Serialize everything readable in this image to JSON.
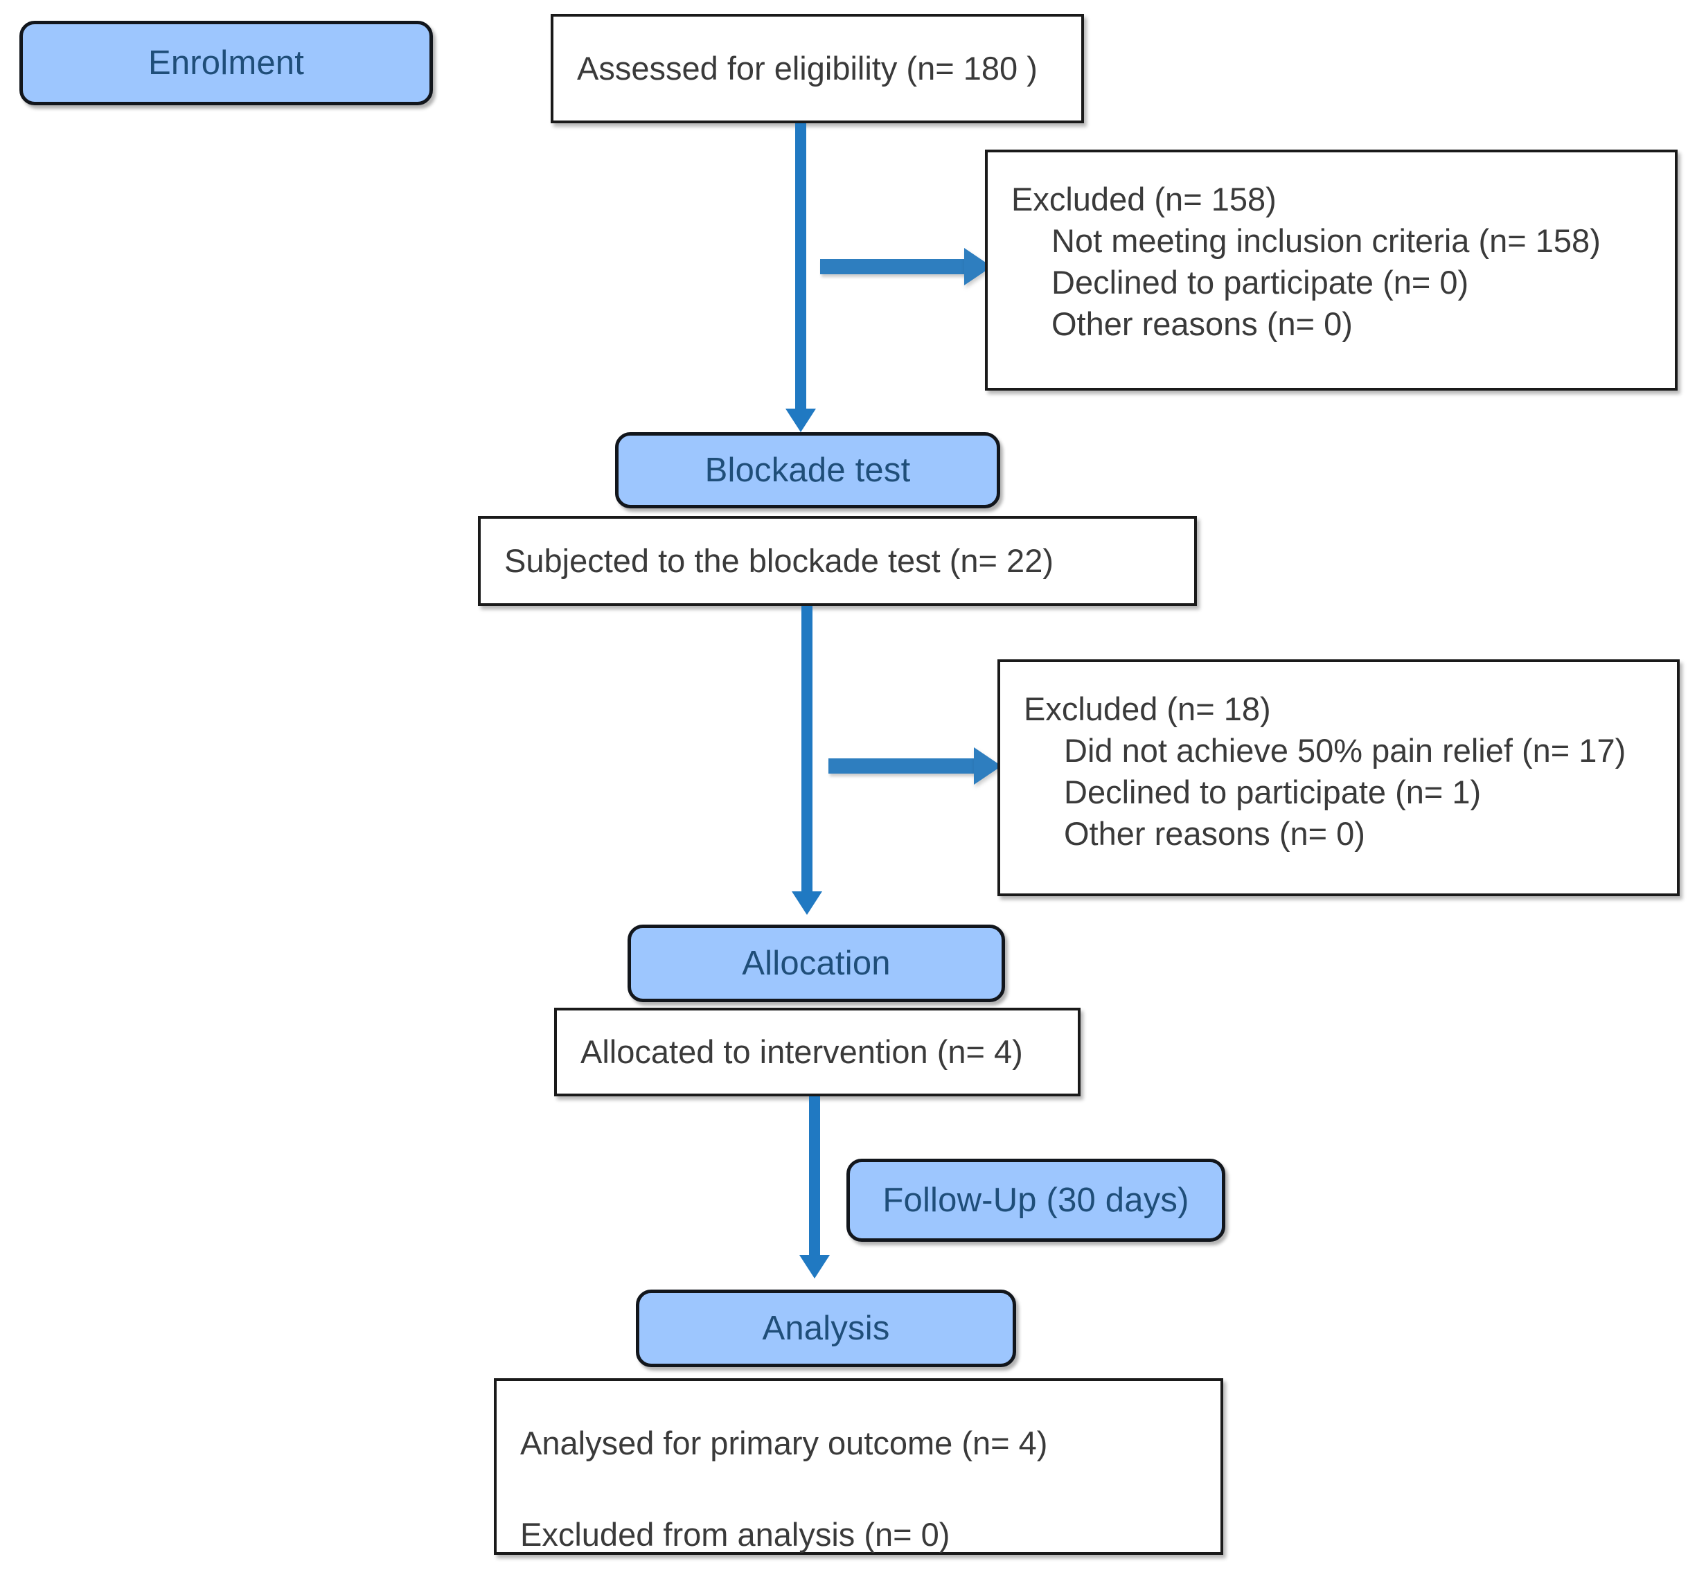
{
  "diagram": {
    "title": "CONSORT participant flow diagram",
    "colors": {
      "stage_fill": "#9DC6FE",
      "stage_text": "#1F4E79",
      "stage_border": "#12161C",
      "box_border": "#1A1A1A",
      "box_text": "#3A3A3A",
      "connector_vertical": "#2079C2",
      "connector_horizontal": "#2E7EBF",
      "background": "#FFFFFF"
    }
  },
  "stages": {
    "enrolment": "Enrolment",
    "blockade_test": "Blockade test",
    "allocation": "Allocation",
    "follow_up": "Follow-Up (30 days)",
    "analysis": "Analysis"
  },
  "boxes": {
    "assessed": {
      "line1": "Assessed for eligibility (n= 180 )"
    },
    "excluded_enrolment": {
      "heading": "Excluded (n= 158)",
      "reason1": "Not meeting inclusion criteria (n= 158)",
      "reason2": "Declined to participate (n= 0)",
      "reason3": "Other reasons (n= 0)"
    },
    "subjected": {
      "line1": "Subjected to the blockade test (n= 22)"
    },
    "excluded_blockade": {
      "heading": "Excluded (n= 18)",
      "reason1": "Did not achieve 50% pain relief (n= 17)",
      "reason2": "Declined to participate (n= 1)",
      "reason3": "Other reasons (n= 0)"
    },
    "allocated": {
      "line1": "Allocated to intervention (n= 4)"
    },
    "analysed": {
      "line1": "Analysed for primary outcome (n= 4)",
      "line2": "Excluded from analysis (n= 0)"
    }
  }
}
